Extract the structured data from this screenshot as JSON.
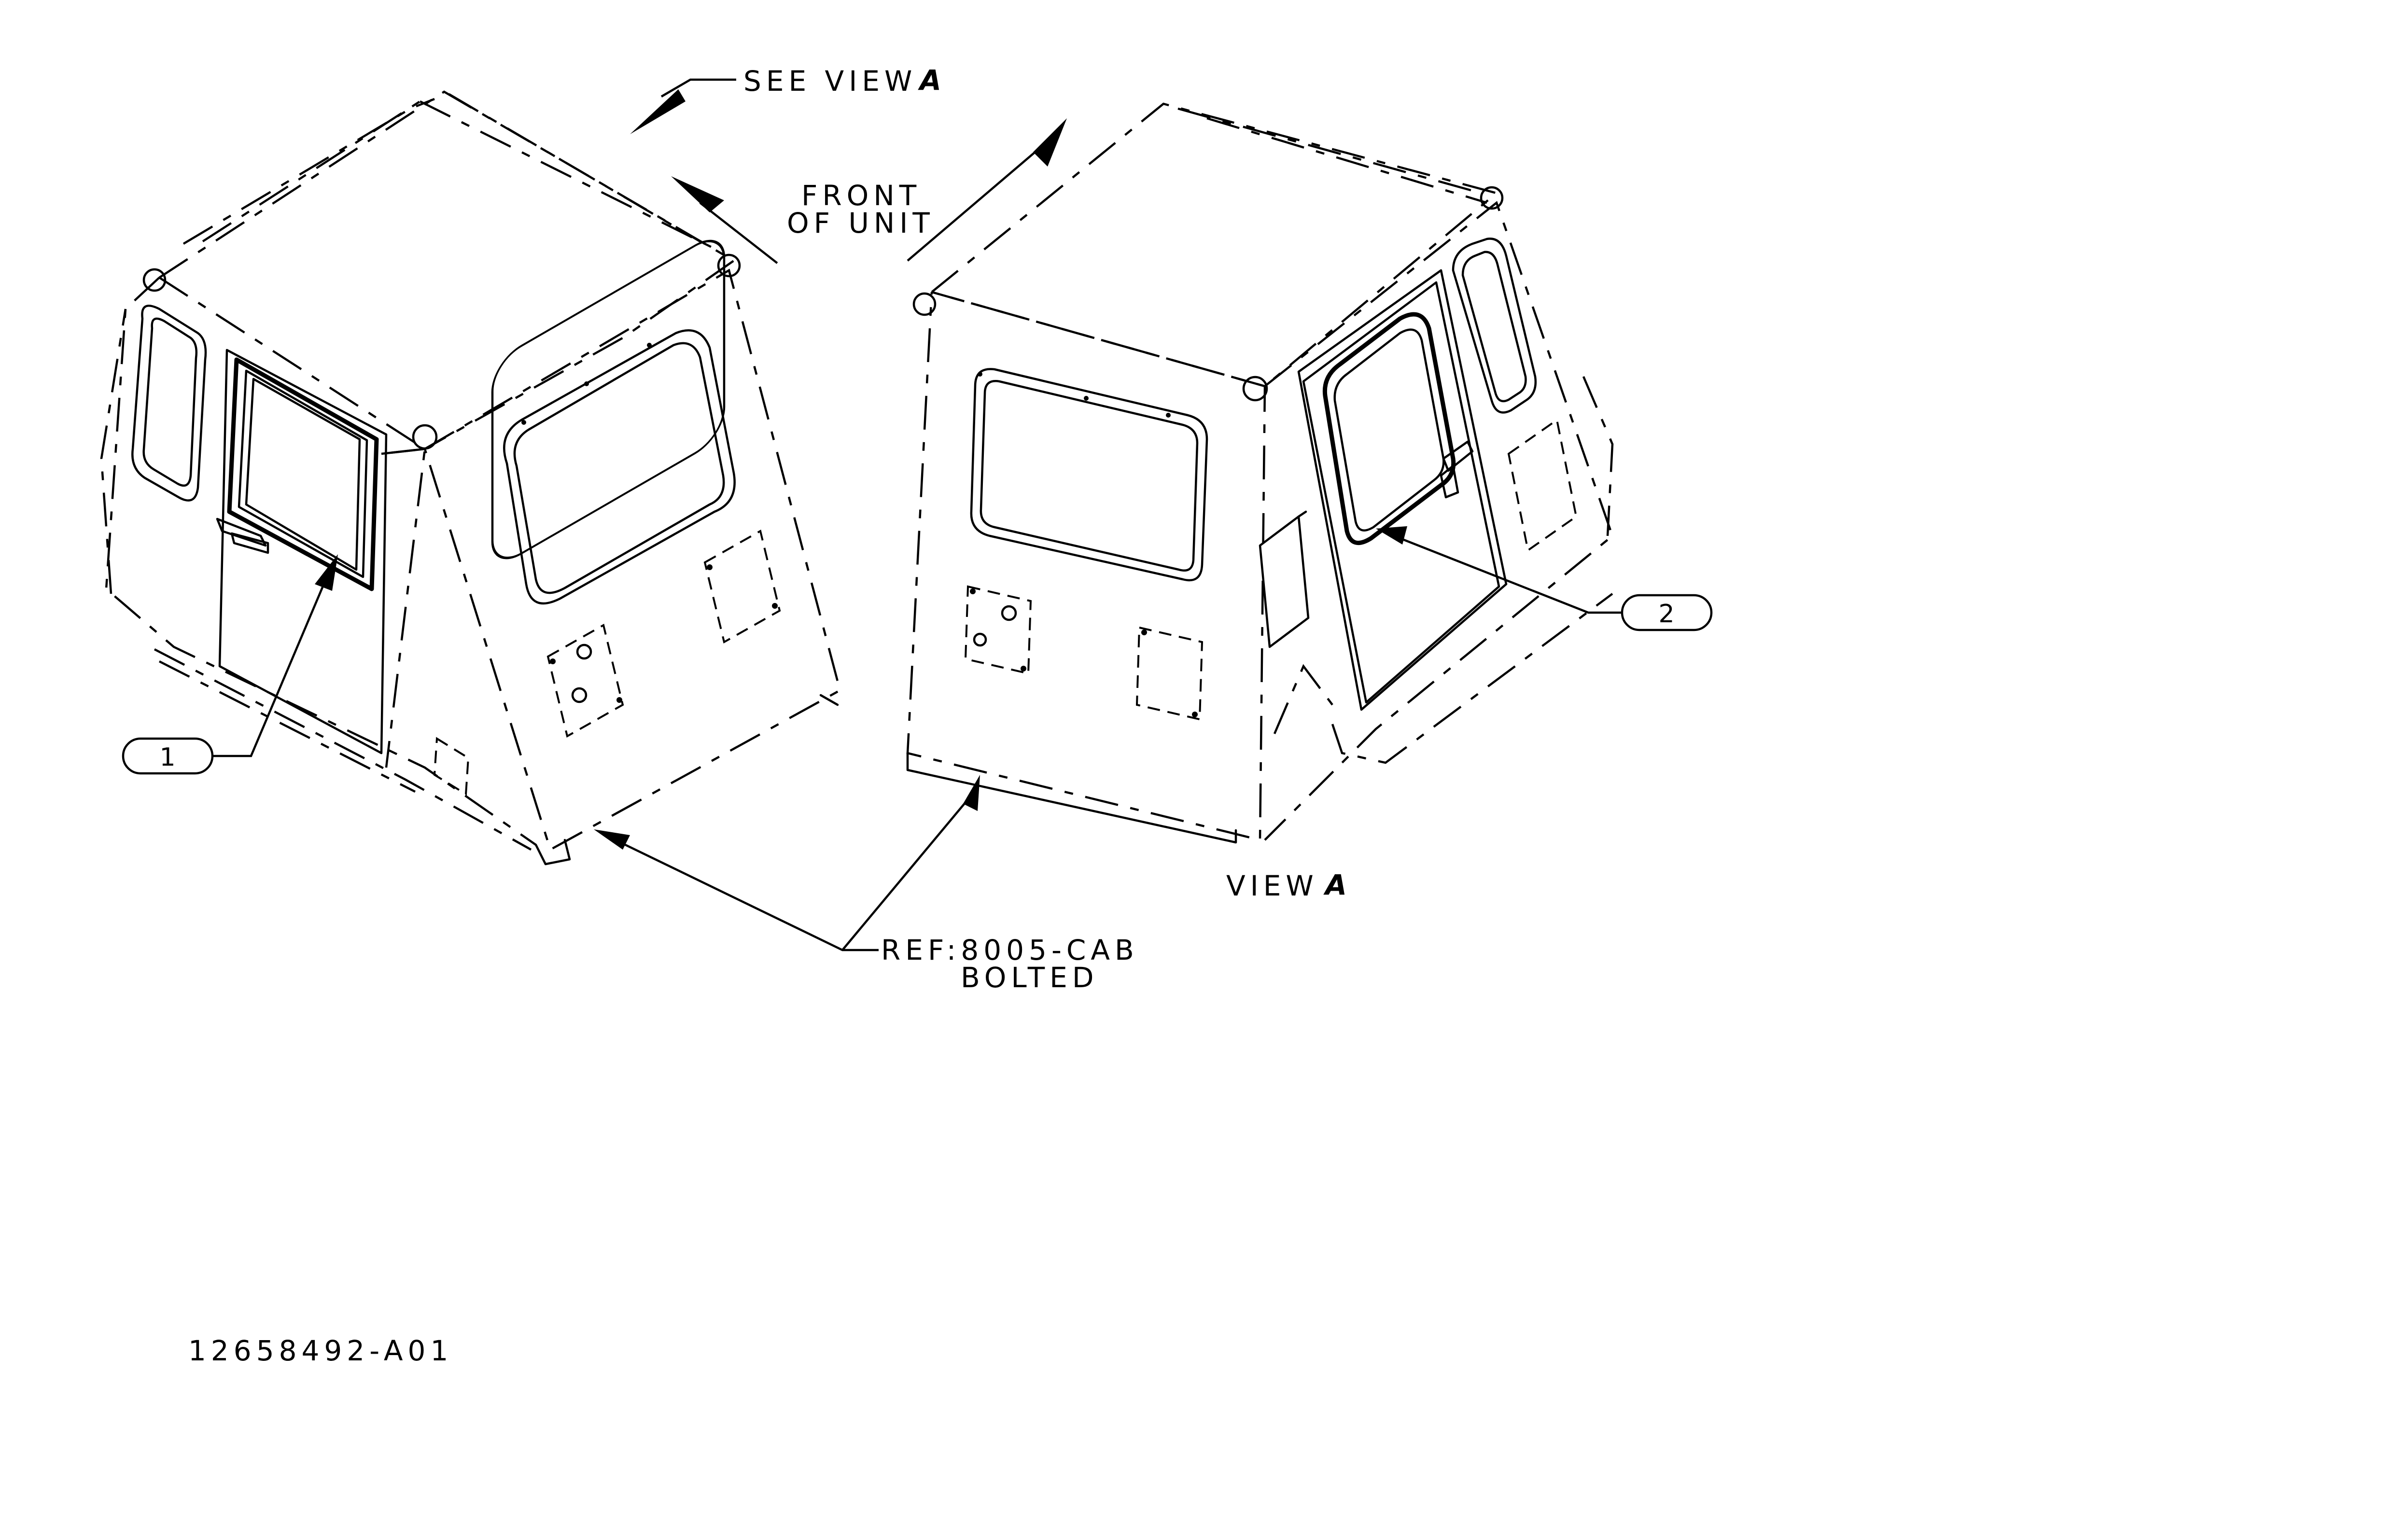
{
  "labels": {
    "see_view": "SEE VIEW",
    "see_view_letter": "A",
    "front_line1": "FRONT",
    "front_line2": "OF UNIT",
    "view": "VIEW",
    "view_letter": "A",
    "ref_line1": "REF:8005-CAB",
    "ref_line2": "BOLTED",
    "drawing_number": "12658492-A01"
  },
  "callouts": [
    {
      "number": "1",
      "target": "door window, left cab"
    },
    {
      "number": "2",
      "target": "door window, right cab (view A)"
    }
  ]
}
